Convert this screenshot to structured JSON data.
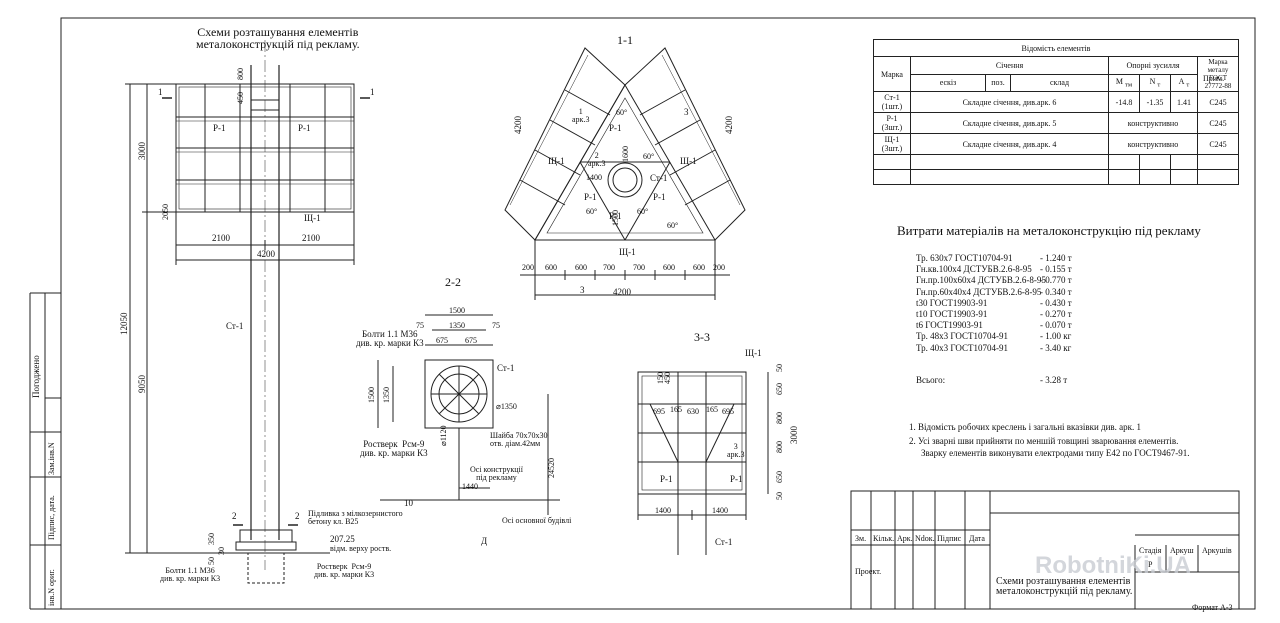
{
  "drawing": {
    "title": "Схеми розташування елементів\nметалоконструкцій під рекламу.",
    "section_1_1": "1-1",
    "section_2_2": "2-2",
    "section_3_3": "3-3"
  },
  "left_frame": {
    "pogodzheno": "Погоджено",
    "zam_inv": "Зам.інв.N",
    "pidpys_data": "Підпис, дата.",
    "inv_orig": "інв.N ориг."
  },
  "elevation": {
    "dim_800": "800",
    "dim_450": "450",
    "dim_3000": "3000",
    "dim_12050": "12050",
    "dim_9050": "9050",
    "dim_2050": "2050",
    "dim_2100a": "2100",
    "dim_2100b": "2100",
    "dim_4200": "4200",
    "dim_350": "350",
    "dim_50": "50",
    "dim_30": "30",
    "label_r1a": "Р-1",
    "label_r1b": "Р-1",
    "label_shch1": "Щ-1",
    "label_st1": "Ст-1",
    "cut_1": "1",
    "cut_1b": "1",
    "cut_2": "2",
    "cut_2b": "2",
    "note_pidlyvka": "Підливка з мілкозернистого\nбетону кл. В25",
    "elev_value": "207.25",
    "elev_note": "відм. верху роств.",
    "bolts": "Болти 1.1 М36\nдив. кр. марки К3",
    "rostverk": "Ростверк  Рсм-9\nдив. кр. марки К3"
  },
  "plan": {
    "labels": [
      "Р-1",
      "Р-1",
      "Р-1",
      "Р-1",
      "Щ-1",
      "Щ-1",
      "Щ-1",
      "Ст-1"
    ],
    "dims_bottom": [
      "200",
      "600",
      "600",
      "700",
      "700",
      "600",
      "600",
      "200"
    ],
    "dim_total": "4200",
    "dim_4200_left": "4200",
    "dim_4200_right": "4200",
    "angles": [
      "60°",
      "60°",
      "60°",
      "60°",
      "60°"
    ],
    "dim_1400": "1400",
    "dim_1600": "1600",
    "dim_1500": "1500",
    "ark3a": "1\nарк.3",
    "ark3b": "2\nарк.3",
    "cut3": "3",
    "cut3b": "3"
  },
  "section22": {
    "bolts": "Болти 1.1 М36\nдив. кр. марки К3",
    "rostverk": "Ростверк  Рсм-9\nдив. кр. марки К3",
    "st1": "Ст-1",
    "dim_1500": "1500",
    "dim_1350": "1350",
    "dim_675a": "675",
    "dim_675b": "675",
    "dim_75a": "75",
    "dim_75b": "75",
    "dim_1500v": "1500",
    "dim_1350v": "1350",
    "diam_1350": "⌀1350",
    "diam_1120": "⌀1120",
    "washer": "Шайба 70х70х30\nотв. діам.42мм",
    "axis_note": "Осі конструкції\nпід рекламу",
    "dim_1440": "1440",
    "dim_24520": "24520",
    "axis_10": "10",
    "axis_d": "Д",
    "main_axes": "Осі основної будівлі"
  },
  "section33": {
    "shch1": "Щ-1",
    "r1a": "Р-1",
    "r1b": "Р-1",
    "st1": "Ст-1",
    "dims_right": [
      "50",
      "650",
      "800",
      "800",
      "650",
      "50"
    ],
    "dim_3000": "3000",
    "dim_1400a": "1400",
    "dim_1400b": "1400",
    "dims_mid": [
      "695",
      "165",
      "630",
      "165",
      "695"
    ],
    "ark3": "3\nарк.3",
    "dim_150": "150",
    "dim_450": "450"
  },
  "bom": {
    "title": "Відомість елементів",
    "headers": {
      "marka": "Марка",
      "sechennia": "Січення",
      "eskiz": "ескіз",
      "poz": "поз.",
      "sklad": "склад",
      "zusyllia": "Опорні зусилля",
      "m": "М",
      "m_sub": "тм",
      "n": "N",
      "n_sub": "т",
      "a": "А",
      "a_sub": "т",
      "marka_metal": "Марка металу ГОСТ 27772-88",
      "prym": "Прим."
    },
    "rows": [
      {
        "marka": "Ст-1",
        "qty": "(1шт.)",
        "sklad": "Складне січення, див.арк. 6",
        "m": "-14.8",
        "n": "-1.35",
        "a": "1.41",
        "steel": "С245"
      },
      {
        "marka": "Р-1",
        "qty": "(3шт.)",
        "sklad": "Складне січення, див.арк. 5",
        "merged": "конструктивно",
        "steel": "С245"
      },
      {
        "marka": "Щ-1",
        "qty": "(3шт.)",
        "sklad": "Складне січення, див.арк. 4",
        "merged": "конструктивно",
        "steel": "С245"
      }
    ]
  },
  "materials": {
    "title": "Витрати матеріалів на металоконструкцію під рекламу",
    "items": [
      {
        "name": "Тр. 630х7 ГОСТ10704-91",
        "value": "- 1.240 т"
      },
      {
        "name": "Гн.кв.100х4 ДСТУБВ.2.6-8-95",
        "value": "- 0.155 т"
      },
      {
        "name": "Гн.пр.100х60х4 ДСТУБВ.2.6-8-95",
        "value": "- 0.770 т"
      },
      {
        "name": "Гн.пр.60х40х4 ДСТУБВ.2.6-8-95",
        "value": "- 0.340 т"
      },
      {
        "name": "t30  ГОСТ19903-91",
        "value": "- 0.430 т"
      },
      {
        "name": "t10  ГОСТ19903-91",
        "value": "- 0.270 т"
      },
      {
        "name": "t6  ГОСТ19903-91",
        "value": "- 0.070 т"
      },
      {
        "name": "Тр. 48х3 ГОСТ10704-91",
        "value": "- 1.00  кг"
      },
      {
        "name": "Тр. 40х3 ГОСТ10704-91",
        "value": "- 3.40 кг"
      }
    ],
    "total_label": "Всього:",
    "total_value": "- 3.28  т"
  },
  "notes": {
    "n1": "1. Відомість робочих креслень і загальні вказівки див. арк. 1",
    "n2": "2. Усі зварні шви прийняти по меншій товщині зварювання елементів.",
    "n3": "Зварку елементів виконувати електродами типу Е42 по ГОСТ9467-91."
  },
  "stamp": {
    "cols": [
      "Зм.",
      "Кільк.",
      "Арк.",
      "Ndок.",
      "Підпис",
      "Дата"
    ],
    "proekt": "Проект.",
    "stadia": "Стадія",
    "arkush": "Аркуш",
    "arkushiv": "Аркушів",
    "stadia_val": "Р",
    "title": "Схеми розташування елементів\nметалоконструкцій під рекламу.",
    "watermark": "RobotniKi.UA",
    "format": "Формат А-3"
  }
}
